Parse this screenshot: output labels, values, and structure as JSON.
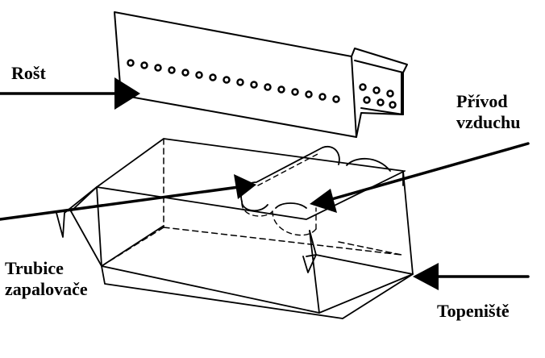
{
  "labels": {
    "rost": "Rošt",
    "privod_line1": "Přívod",
    "privod_line2": "vzduchu",
    "trubice_line1": "Trubice",
    "trubice_line2": "zapalovače",
    "topeniste": "Topeniště"
  },
  "colors": {
    "ink": "#000000",
    "background": "#ffffff"
  }
}
